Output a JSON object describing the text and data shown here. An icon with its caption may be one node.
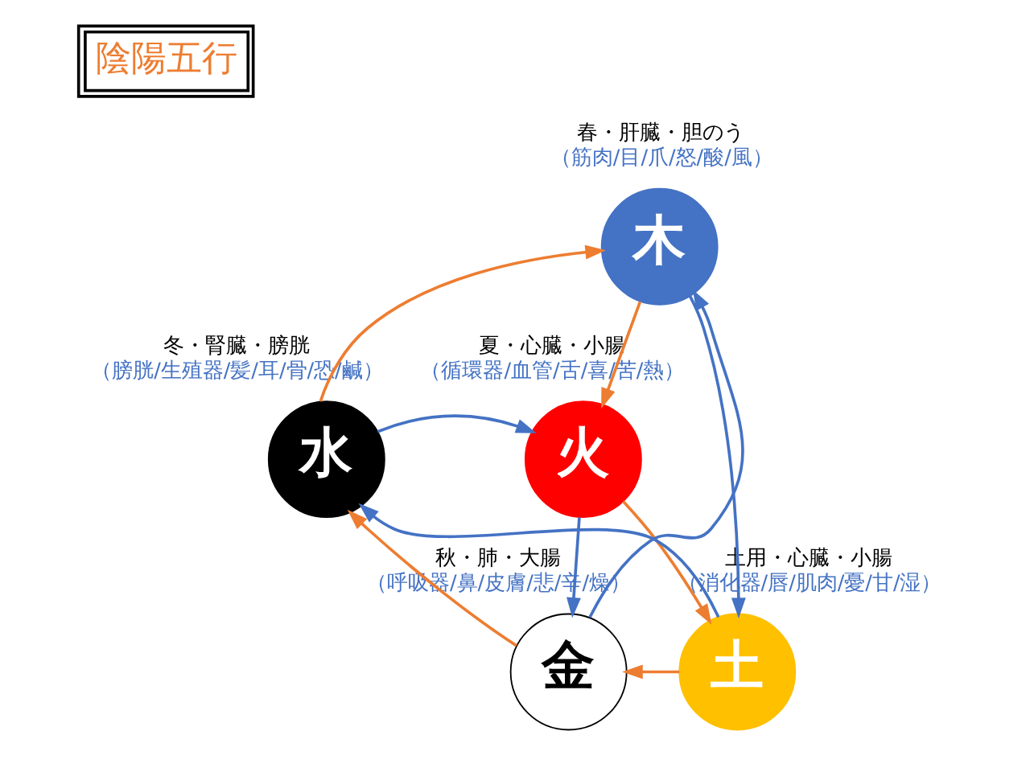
{
  "diagram": {
    "title": "陰陽五行",
    "nodes": [
      {
        "text": [
          "木"
        ],
        "beside": [
          "春・肝臓・胆のう",
          "（筋肉/目/爪/怒/酸/風）"
        ]
      },
      {
        "text": [
          "火"
        ],
        "beside": [
          "夏・心臓・小腸",
          "（循環器/血管/舌/喜/苦/熱）"
        ]
      },
      {
        "text": [
          "土"
        ],
        "beside": [
          "土用・心臓・小腸",
          "（消化器/唇/肌肉/憂/甘/湿）"
        ]
      },
      {
        "text": [
          "金"
        ],
        "beside": [
          "秋・肺・大腸",
          "（呼吸器/鼻/皮膚/悲/辛/燥）"
        ]
      },
      {
        "text": [
          "水"
        ],
        "beside": [
          "冬・腎臓・膀胱",
          "（膀胱/生殖器/髪/耳/骨/恐/鹹）"
        ]
      }
    ],
    "edges": [
      {
        "from": 0,
        "to": 1,
        "arrow": "to",
        "color": "#ed7d31"
      },
      {
        "from": 1,
        "to": 2,
        "arrow": "to",
        "color": "#ed7d31"
      },
      {
        "from": 2,
        "to": 3,
        "arrow": "to",
        "color": "#ed7d31"
      },
      {
        "from": 3,
        "to": 4,
        "arrow": "to",
        "color": "#ed7d31"
      },
      {
        "from": 4,
        "to": 0,
        "arrow": "to",
        "color": "#ed7d31"
      },
      {
        "from": 0,
        "to": 2,
        "arrow": "to",
        "color": "#4472c4"
      },
      {
        "from": 2,
        "to": 4,
        "arrow": "to",
        "color": "#4472c4"
      },
      {
        "from": 4,
        "to": 1,
        "arrow": "to",
        "color": "#4472c4"
      },
      {
        "from": 1,
        "to": 3,
        "arrow": "to",
        "color": "#4472c4"
      },
      {
        "from": 3,
        "to": 0,
        "arrow": "to",
        "color": "#4472c4"
      }
    ]
  }
}
